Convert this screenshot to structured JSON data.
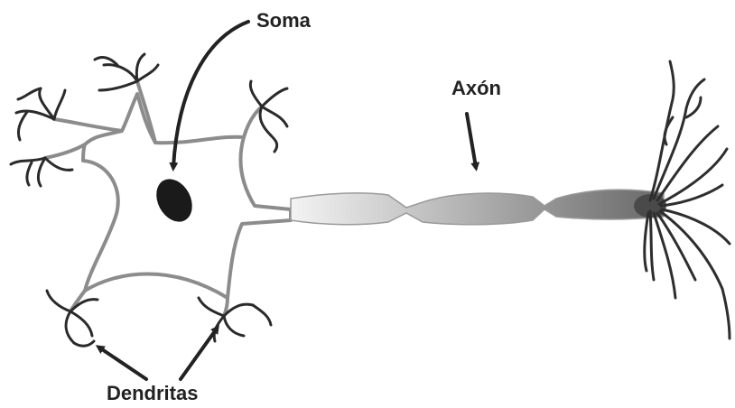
{
  "labels": {
    "soma": "Soma",
    "axon": "Axón",
    "dendrites": "Dendritas"
  },
  "colors": {
    "membrane": "#8c8c8c",
    "dendrite_tips": "#2a2a2a",
    "nucleus": "#1a1a1a",
    "axon_light": "#f2f2f2",
    "axon_dark": "#6e6e6e",
    "terminal": "#2e2e2e",
    "arrow": "#222222"
  }
}
